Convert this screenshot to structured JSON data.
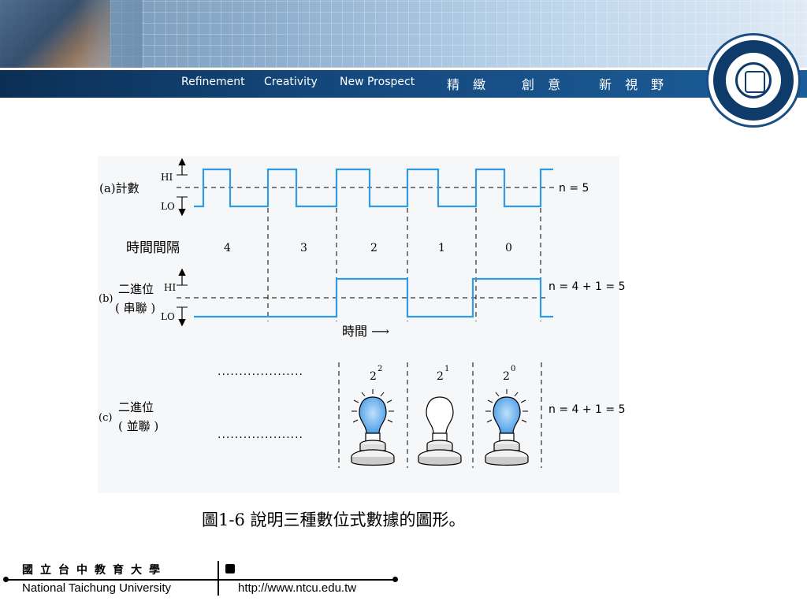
{
  "header": {
    "slogans": [
      "Refinement",
      "Creativity",
      "New Prospect",
      "精 緻",
      "創 意",
      "新 視 野"
    ]
  },
  "diagram": {
    "row_a": {
      "label": "(a)計數",
      "hi": "HI",
      "lo": "LO",
      "n": "n = 5"
    },
    "interval": {
      "label": "時間間隔",
      "values": [
        "4",
        "3",
        "2",
        "1",
        "0"
      ]
    },
    "row_b": {
      "label_line1": "二進位",
      "label_prefix": "(b)",
      "label_line2": "( 串聯 )",
      "hi": "HI",
      "lo": "LO",
      "n": "n = 4 + 1 = 5"
    },
    "time_arrow": "時間 ⟶",
    "row_c": {
      "label_prefix": "(c)",
      "label_line1": "二進位",
      "label_line2": "( 並聯 )",
      "n": "n = 4 + 1 = 5",
      "dots": "....................",
      "powers": [
        {
          "base": "2",
          "exp": "2",
          "lit": true
        },
        {
          "base": "2",
          "exp": "1",
          "lit": false
        },
        {
          "base": "2",
          "exp": "0",
          "lit": true
        }
      ]
    },
    "colors": {
      "signal": "#2f9be0",
      "bulb_lit": "#74b8f0",
      "bulb_off": "#ffffff"
    }
  },
  "caption": "圖1-6  說明三種數位式數據的圖形。",
  "footer": {
    "chinese_name": "國立台中教育大學",
    "english_name": "National Taichung University",
    "url": "http://www.ntcu.edu.tw"
  }
}
